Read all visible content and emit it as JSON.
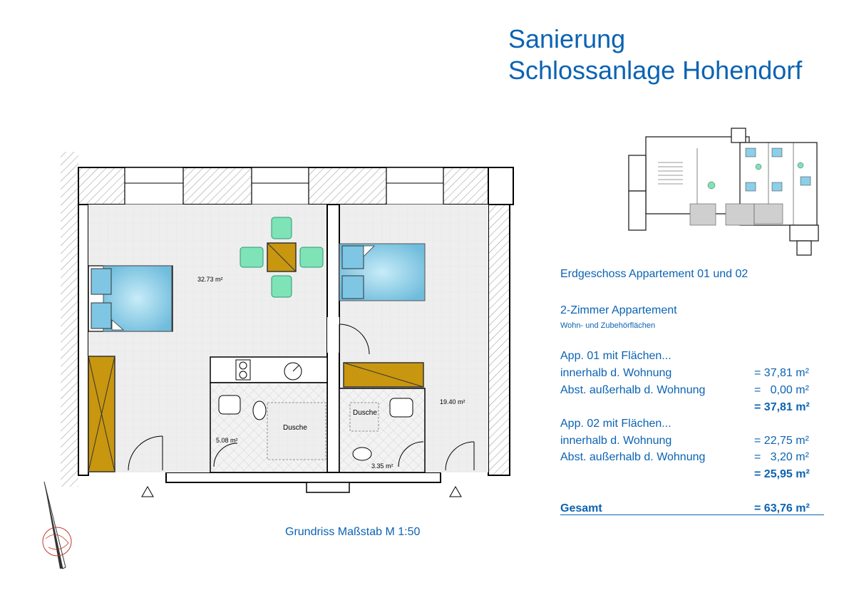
{
  "title": {
    "line1": "Sanierung",
    "line2": "Schlossanlage Hohendorf"
  },
  "plan": {
    "rooms": [
      {
        "area": "32.73 m²"
      },
      {
        "area": "19.40 m²"
      },
      {
        "area": "5.08 m²"
      },
      {
        "area": "3.35 m²"
      }
    ],
    "labels": {
      "shower_1": "Dusche",
      "shower_2": "Dusche"
    }
  },
  "caption": "Grundriss Maßstab M 1:50",
  "info": {
    "floor_heading": "Erdgeschoss Appartement 01 und 02",
    "type_heading": "2-Zimmer Appartement",
    "type_sub": "Wohn- und Zubehörflächen",
    "app01": {
      "heading": "App. 01 mit Flächen...",
      "inside_label": "innerhalb d. Wohnung",
      "inside_value": "= 37,81 m²",
      "outside_label": "Abst. außerhalb d. Wohnung",
      "outside_value": "=   0,00 m²",
      "total_value": "= 37,81 m²"
    },
    "app02": {
      "heading": "App. 02 mit Flächen...",
      "inside_label": "innerhalb d. Wohnung",
      "inside_value": "= 22,75 m²",
      "outside_label": "Abst. außerhalb d. Wohnung",
      "outside_value": "=   3,20 m²",
      "total_value": "= 25,95 m²"
    },
    "grand_total_label": "Gesamt",
    "grand_total_value": "= 63,76 m²"
  },
  "colors": {
    "accent": "#0b63b3",
    "bed": "#8ccfe8",
    "chairs": "#7fe3b8",
    "wood": "#c8960f",
    "floor": "#eeeeee"
  },
  "icons": [
    "north-arrow-icon",
    "sink-icon",
    "toilet-icon",
    "stove-icon",
    "door-swing-icon"
  ]
}
